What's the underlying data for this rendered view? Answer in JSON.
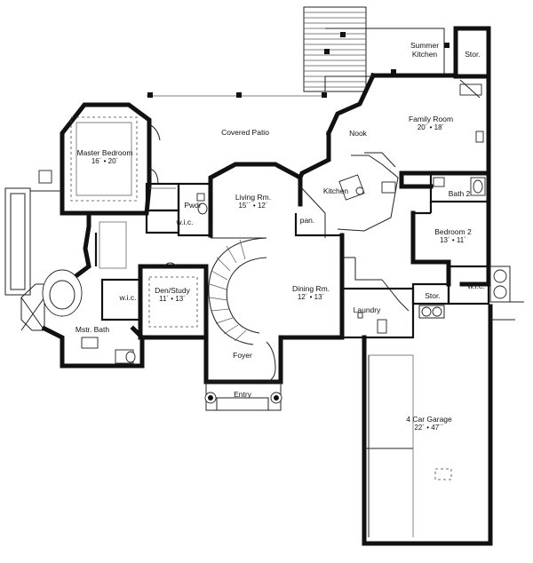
{
  "rooms": {
    "summer_kitchen": {
      "name": "Summer\nKitchen"
    },
    "storage_top": {
      "name": "Stor."
    },
    "family_room": {
      "name": "Family Room",
      "dim": "20´ • 18´"
    },
    "covered_patio": {
      "name": "Covered Patio"
    },
    "nook": {
      "name": "Nook"
    },
    "master_bedroom": {
      "name": "Master Bedroom",
      "dim": "16´ • 20´"
    },
    "living_room": {
      "name": "Living Rm.",
      "dim": "15´´ • 12´"
    },
    "kitchen": {
      "name": "Kitchen"
    },
    "bath2": {
      "name": "Bath 2"
    },
    "bedroom2": {
      "name": "Bedroom 2",
      "dim": "13´ • 11´"
    },
    "wic_master": {
      "name": "w.i.c."
    },
    "powder": {
      "name": "Pwdr"
    },
    "pantry": {
      "name": "pan."
    },
    "den_study": {
      "name": "Den/Study",
      "dim": "11´ • 13´"
    },
    "wic_den": {
      "name": "w.i.c."
    },
    "dining_room": {
      "name": "Dining Rm.",
      "dim": "12´ • 13´"
    },
    "laundry": {
      "name": "Laundry"
    },
    "storage_mid": {
      "name": "Stor."
    },
    "wic_bed2": {
      "name": "w.i.c."
    },
    "master_bath": {
      "name": "Mstr. Bath"
    },
    "foyer": {
      "name": "Foyer"
    },
    "entry": {
      "name": "Entry"
    },
    "garage": {
      "name": "4 Car Garage",
      "dim": "22´ • 47´´"
    }
  }
}
